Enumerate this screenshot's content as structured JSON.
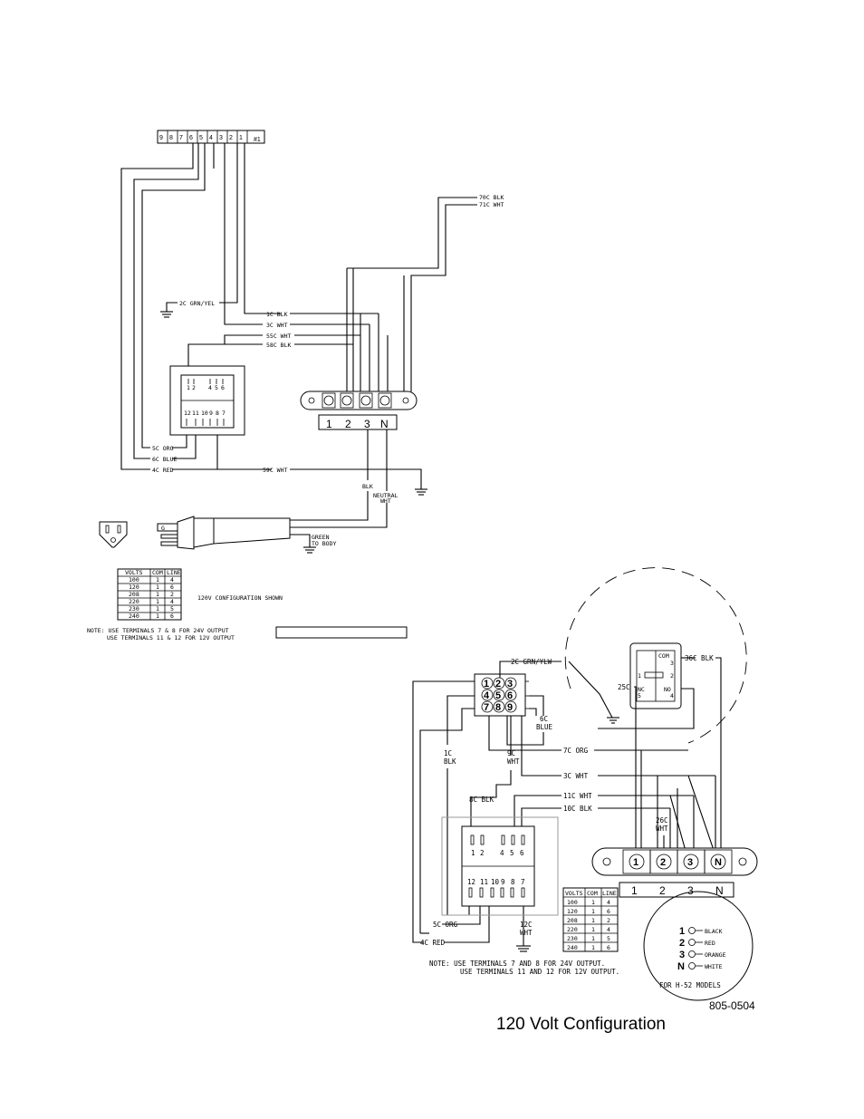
{
  "top": {
    "terminal_strip": [
      "9",
      "8",
      "7",
      "6",
      "5",
      "4",
      "3",
      "2",
      "1",
      "#1"
    ],
    "feed": [
      "70C BLK",
      "71C WHT"
    ],
    "wires": [
      "2C GRN/YEL",
      "1C BLK",
      "3C WHT",
      "55C WHT",
      "58C BLK",
      "5C ORG",
      "6C BLUE",
      "4C RED",
      "59C WHT"
    ],
    "xfmr_top": [
      "1",
      "2",
      "4",
      "5",
      "6"
    ],
    "xfmr_bottom": [
      "12",
      "11",
      "10",
      "9",
      "8",
      "7"
    ],
    "tb_labels": [
      "1",
      "2",
      "3",
      "N"
    ],
    "blk": "BLK",
    "neutral": "NEUTRAL",
    "neutral_wht": "WHT",
    "g": "G",
    "green_to_body": [
      "GREEN",
      "TO BODY"
    ],
    "config_note": "120V CONFIGURATION SHOWN",
    "note": [
      "NOTE:  USE TERMINALS 7 & 8 FOR 24V OUTPUT",
      "USE TERMINALS 11 & 12 FOR 12V OUTPUT"
    ]
  },
  "table_headers": [
    "VOLTS",
    "COM",
    "LINE"
  ],
  "table_rows": [
    [
      "100",
      "1",
      "4"
    ],
    [
      "120",
      "1",
      "6"
    ],
    [
      "208",
      "1",
      "2"
    ],
    [
      "220",
      "1",
      "4"
    ],
    [
      "230",
      "1",
      "5"
    ],
    [
      "240",
      "1",
      "6"
    ]
  ],
  "bottom": {
    "plug_nums": [
      "1",
      "2",
      "3",
      "4",
      "5",
      "6",
      "7",
      "8",
      "9"
    ],
    "grn": "2C GRN/YLW",
    "relay": [
      "COM",
      "3",
      "1",
      "2",
      "NC",
      "5",
      "NO",
      "4"
    ],
    "w36": "36C BLK",
    "w25": "25C",
    "w6": [
      "6C",
      "BLUE"
    ],
    "w7": "7C ORG",
    "w1": [
      "1C",
      "BLK"
    ],
    "w9": [
      "9C",
      "WHT"
    ],
    "w3": "3C WHT",
    "w8": "8C BLK",
    "w11": "11C WHT",
    "w10": "10C BLK",
    "w26": [
      "26C",
      "WHT"
    ],
    "xfmr_top": [
      "1",
      "2",
      "4",
      "5",
      "6"
    ],
    "xfmr_bottom": [
      "12",
      "11",
      "10",
      "9",
      "8",
      "7"
    ],
    "tb_nums": [
      "1",
      "2",
      "3",
      "N"
    ],
    "tb_labels": [
      "1",
      "2",
      "3",
      "N"
    ],
    "w5": "5C ORG",
    "w4": "4C RED",
    "w12": [
      "12C",
      "WHT"
    ],
    "note": [
      "NOTE:   USE TERMINALS 7 AND 8 FOR 24V OUTPUT.",
      "USE TERMINALS 11 AND 12 FOR 12V OUTPUT."
    ],
    "legend_nums": [
      "1",
      "2",
      "3",
      "N"
    ],
    "legend_colors": [
      "BLACK",
      "RED",
      "ORANGE",
      "WHITE"
    ],
    "legend_caption": "FOR H-52 MODELS"
  },
  "doc_number": "805-0504",
  "caption": "120 Volt Configuration"
}
